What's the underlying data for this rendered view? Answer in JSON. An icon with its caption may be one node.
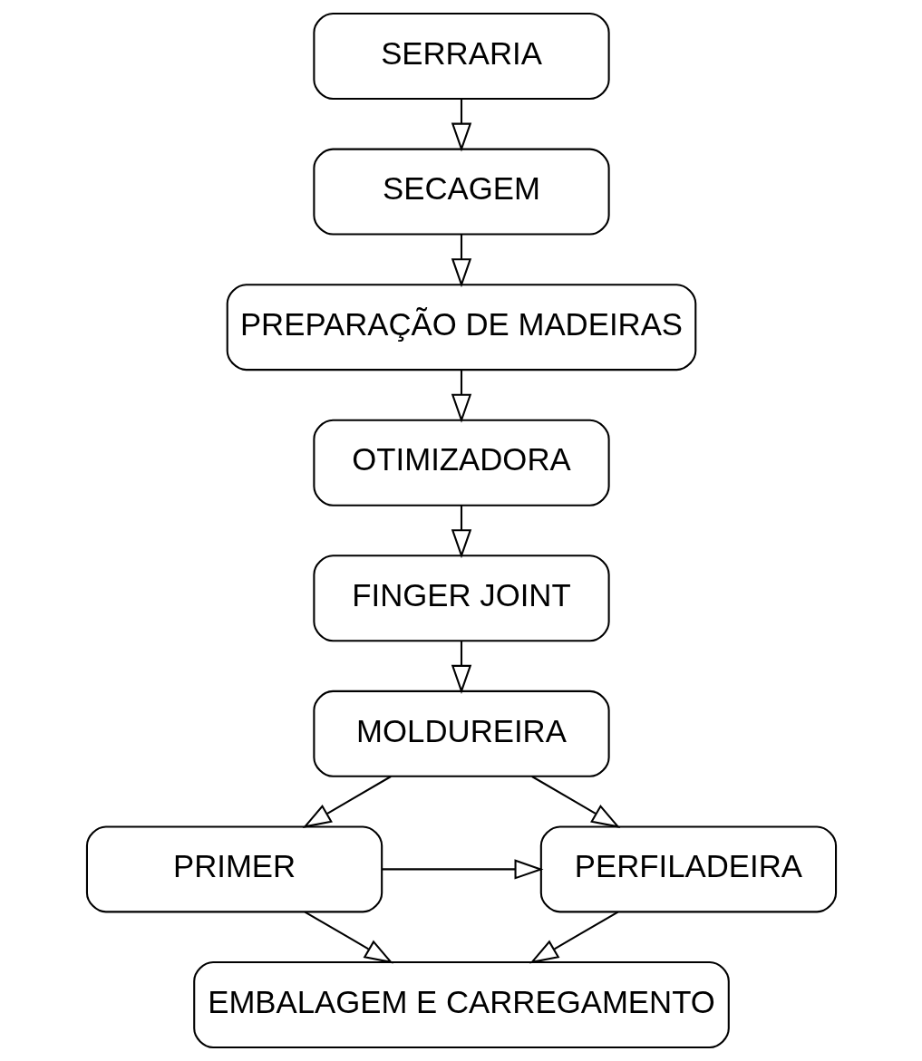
{
  "diagram": {
    "nodes": [
      {
        "text": [
          "SERRARIA"
        ]
      },
      {
        "text": [
          "SECAGEM"
        ]
      },
      {
        "text": [
          "PREPARAÇÃO DE MADEIRAS"
        ]
      },
      {
        "text": [
          "OTIMIZADORA"
        ]
      },
      {
        "text": [
          "FINGER JOINT"
        ]
      },
      {
        "text": [
          "MOLDUREIRA"
        ]
      },
      {
        "text": [
          "PERFILADEIRA"
        ]
      },
      {
        "text": [
          "PRIMER"
        ]
      },
      {
        "text": [
          "EMBALAGEM E CARREGAMENTO"
        ]
      }
    ],
    "edges": [
      {
        "from": 0,
        "to": 1,
        "arrow": "to"
      },
      {
        "from": 1,
        "to": 2,
        "arrow": "to"
      },
      {
        "from": 2,
        "to": 3,
        "arrow": "to"
      },
      {
        "from": 3,
        "to": 4,
        "arrow": "to"
      },
      {
        "from": 4,
        "to": 5,
        "arrow": "to"
      },
      {
        "from": 5,
        "to": 6,
        "arrow": "to"
      },
      {
        "from": 5,
        "to": 7,
        "arrow": "to"
      },
      {
        "from": 7,
        "to": 6,
        "arrow": "to"
      },
      {
        "from": 6,
        "to": 8,
        "arrow": "to"
      },
      {
        "from": 7,
        "to": 8,
        "arrow": "to"
      }
    ]
  }
}
